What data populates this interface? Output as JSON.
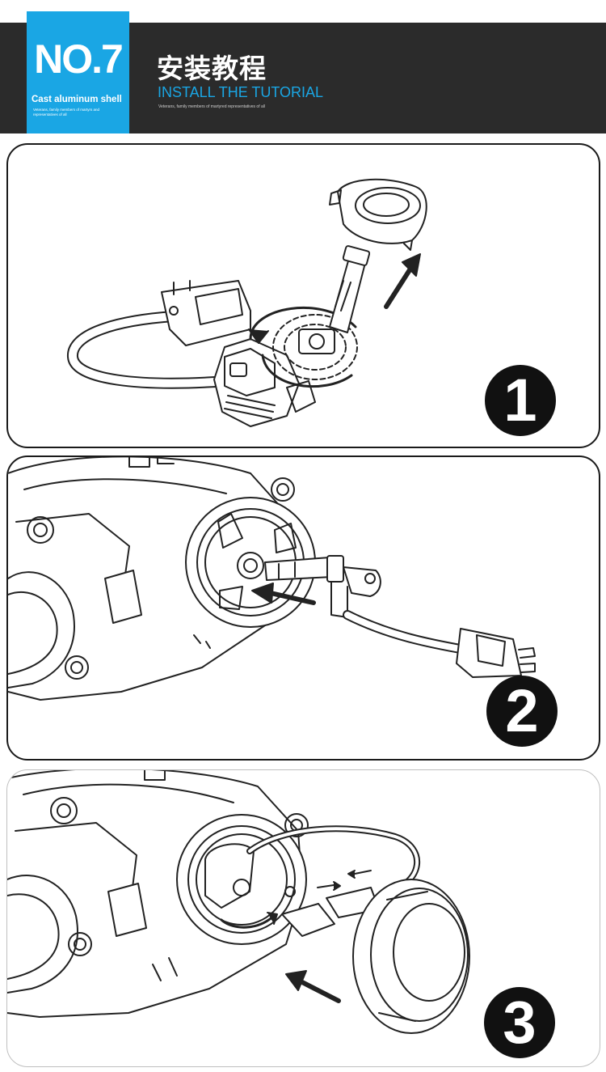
{
  "header": {
    "badge_number": "NO.7",
    "badge_subtitle": "Cast aluminum shell",
    "badge_small_text": "Veterans, family members of martyrs and representatives of all",
    "title_cn": "安装教程",
    "title_en": "INSTALL THE TUTORIAL",
    "title_small_text": "Veterans, family members of martyred representatives of all"
  },
  "steps": [
    {
      "number": "1",
      "icon": "remove-dust-cover-install-bulb-illustration"
    },
    {
      "number": "2",
      "icon": "insert-bulb-into-headlight-illustration"
    },
    {
      "number": "3",
      "icon": "refit-dust-cover-illustration"
    }
  ],
  "colors": {
    "accent": "#1aa6e4",
    "header_bg": "#2b2b2b"
  }
}
